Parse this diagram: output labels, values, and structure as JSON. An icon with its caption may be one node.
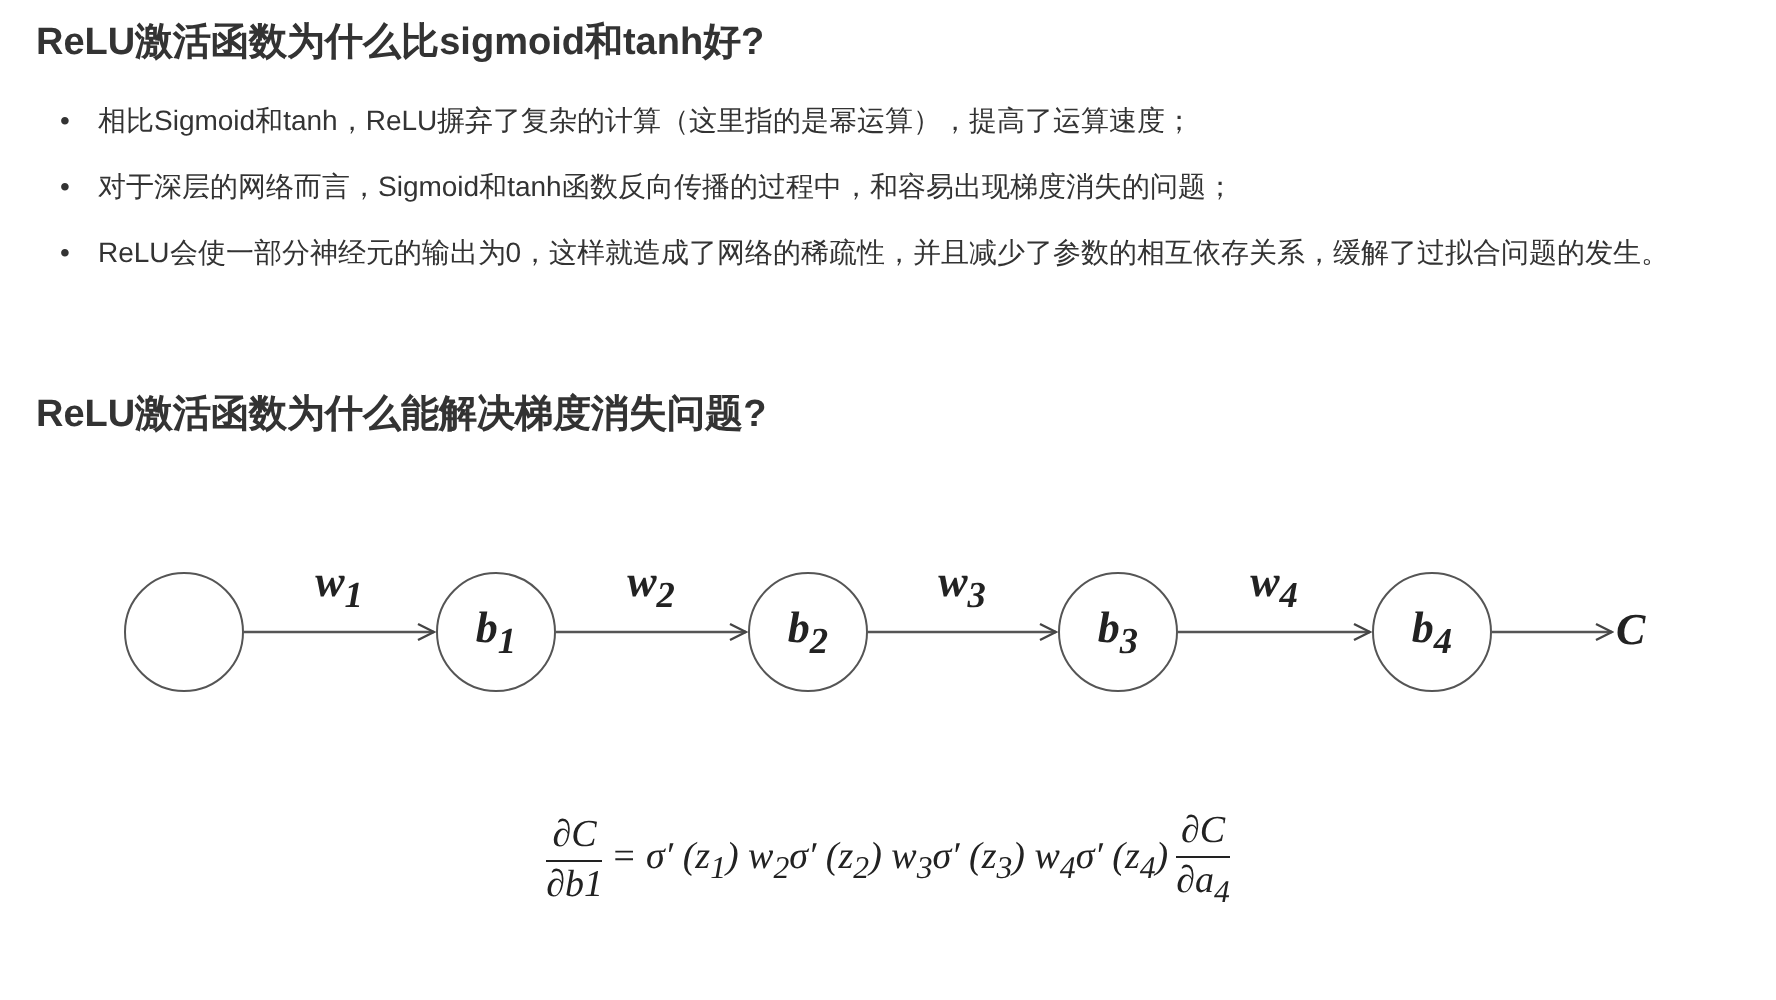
{
  "diagram": {
    "title": "ReLU激活函数为什么比sigmoid和tanh好?",
    "nodes": [
      {
        "text": [],
        "shape": "circle"
      },
      {
        "text": [
          "b$_{1}$"
        ]
      },
      {
        "text": [
          "b$_{2}$"
        ]
      },
      {
        "text": [
          "b$_{3}$"
        ]
      },
      {
        "text": [
          "b$_{4}$"
        ]
      },
      {
        "text": [
          "C"
        ]
      }
    ],
    "edges": [
      {
        "from": 0,
        "to": 1,
        "arrow": "to",
        "label": "w$_{1}$"
      },
      {
        "from": 1,
        "to": 2,
        "arrow": "to",
        "label": "w$_{2}$"
      },
      {
        "from": 2,
        "to": 3,
        "arrow": "to",
        "label": "w$_{3}$"
      },
      {
        "from": 3,
        "to": 4,
        "arrow": "to",
        "label": "w$_{4}$"
      },
      {
        "from": 4,
        "to": 5,
        "arrow": "to"
      }
    ],
    "labels": [
      "•",
      "相比Sigmoid和tanh，ReLU摒弃了复杂的计算（这里指的是幂运算），提高了运算速度；",
      "•",
      "对于深层的网络而言，Sigmoid和tanh函数反向传播的过程中，和容易出现梯度消失的问题；",
      "•",
      "ReLU会使一部分神经元的输出为0，这样就造成了网络的稀疏性，并且减少了参数的相互依存关系，缓解了过拟合问题的发生。",
      "ReLU激活函数为什么能解决梯度消失问题?",
      "∂C",
      "∂b1",
      "= σ′ (z$_{1}$) w$_{2}$σ′ (z$_{2}$) w$_{3}$σ′ (z$_{3}$) w$_{4}$σ′ (z$_{4}$)",
      "∂C",
      "∂a$_{4}$"
    ]
  }
}
